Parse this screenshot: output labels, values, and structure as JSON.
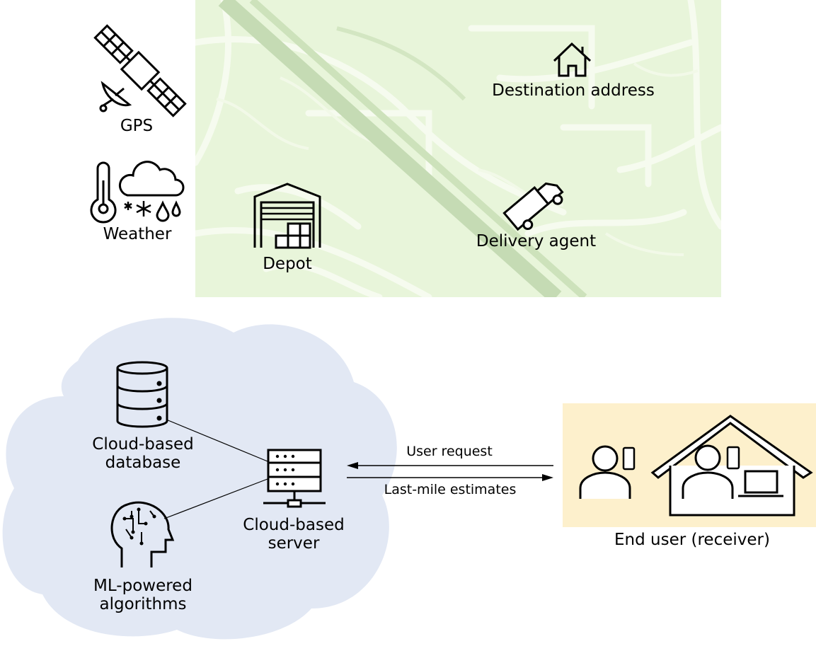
{
  "map": {
    "destination_label": "Destination address",
    "delivery_agent_label": "Delivery agent",
    "depot_label": "Depot",
    "background_color": "#e8f5da"
  },
  "data_sources": {
    "gps_label": "GPS",
    "weather_label": "Weather"
  },
  "cloud": {
    "database_label_line1": "Cloud-based",
    "database_label_line2": "database",
    "ml_label_line1": "ML-powered",
    "ml_label_line2": "algorithms",
    "server_label_line1": "Cloud-based",
    "server_label_line2": "server",
    "cloud_color": "#e2e8f4"
  },
  "arrows": {
    "request_label": "User request",
    "response_label": "Last-mile estimates"
  },
  "end_user": {
    "label": "End user (receiver)",
    "box_color": "#fdf0cc"
  },
  "icons": [
    "satellite-icon",
    "thermometer-icon",
    "weather-cloud-icon",
    "house-icon",
    "truck-icon",
    "warehouse-icon",
    "database-icon",
    "head-circuit-icon",
    "server-icon",
    "person-icon",
    "phone-icon",
    "laptop-icon"
  ]
}
